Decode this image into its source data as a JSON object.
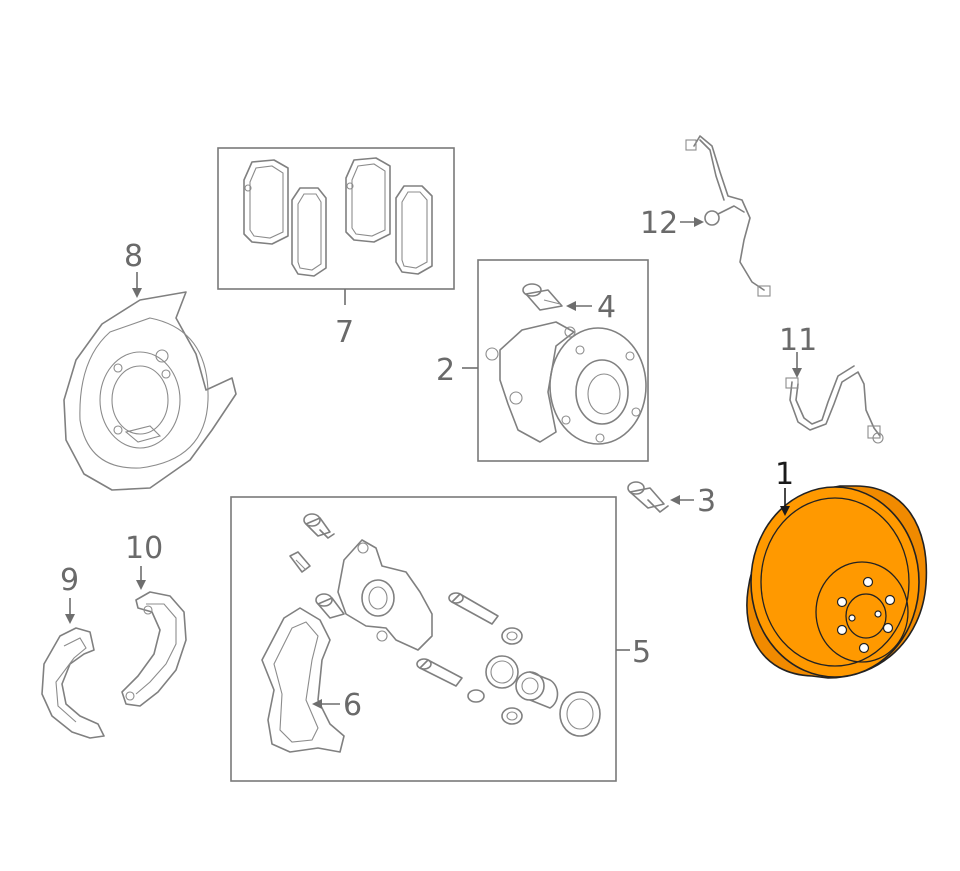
{
  "colors": {
    "highlight": "#ff9900",
    "line": "#808080",
    "label": "#6a6a6a",
    "highlight_label": "#1a1a1a"
  },
  "callouts": {
    "c1": "1",
    "c2": "2",
    "c3": "3",
    "c4": "4",
    "c5": "5",
    "c6": "6",
    "c7": "7",
    "c8": "8",
    "c9": "9",
    "c10": "10",
    "c11": "11",
    "c12": "12"
  },
  "highlighted_part": "1"
}
